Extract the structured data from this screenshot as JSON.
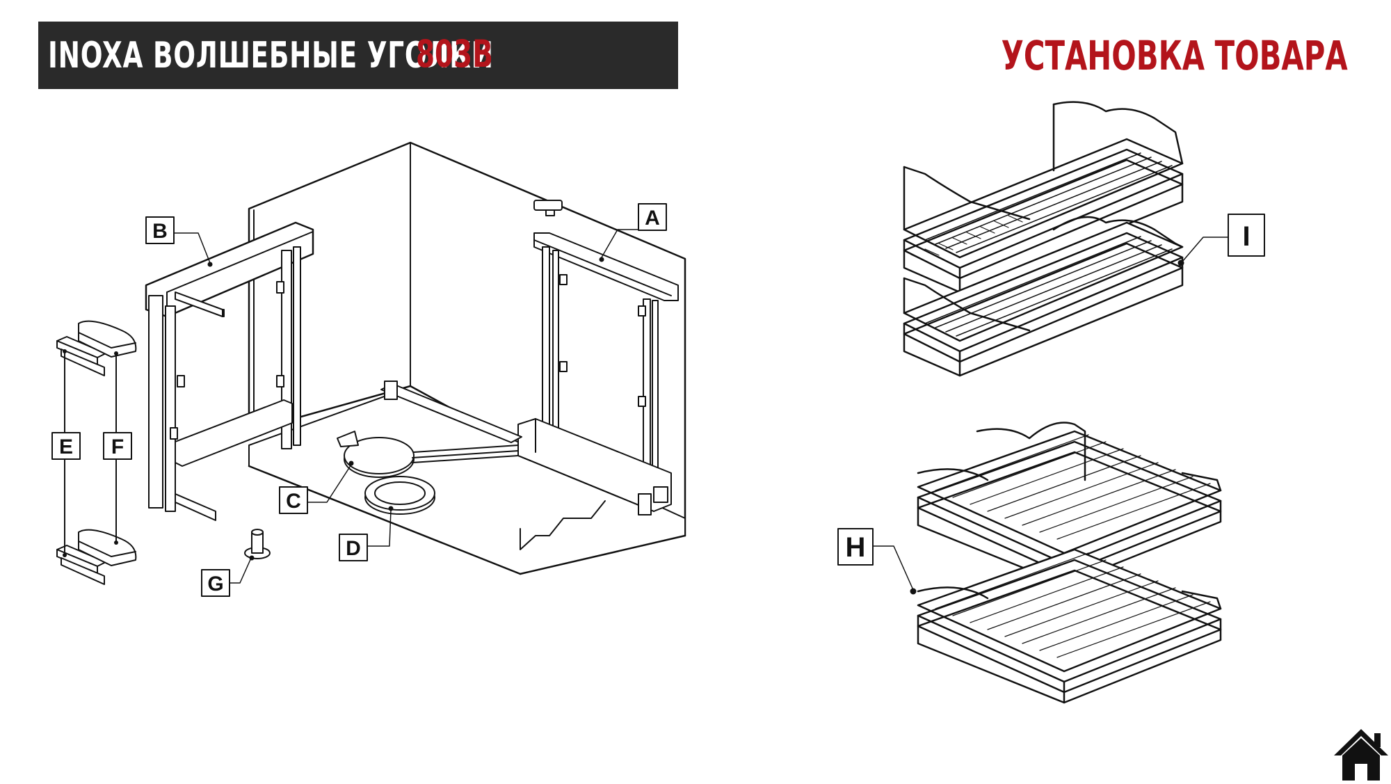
{
  "header": {
    "brand_title": "INOXA ВОЛШЕБНЫЕ УГОЛКИ",
    "model_code": "803B",
    "section_title": "УСТАНОВКА ТОВАРА"
  },
  "callouts": {
    "A": "A",
    "B": "B",
    "C": "C",
    "D": "D",
    "E": "E",
    "F": "F",
    "G": "G",
    "H": "H",
    "I": "I"
  },
  "icons": {
    "home": "home-icon"
  },
  "colors": {
    "title_bg": "#2a2a2a",
    "accent": "#b3141b",
    "line": "#111111"
  }
}
